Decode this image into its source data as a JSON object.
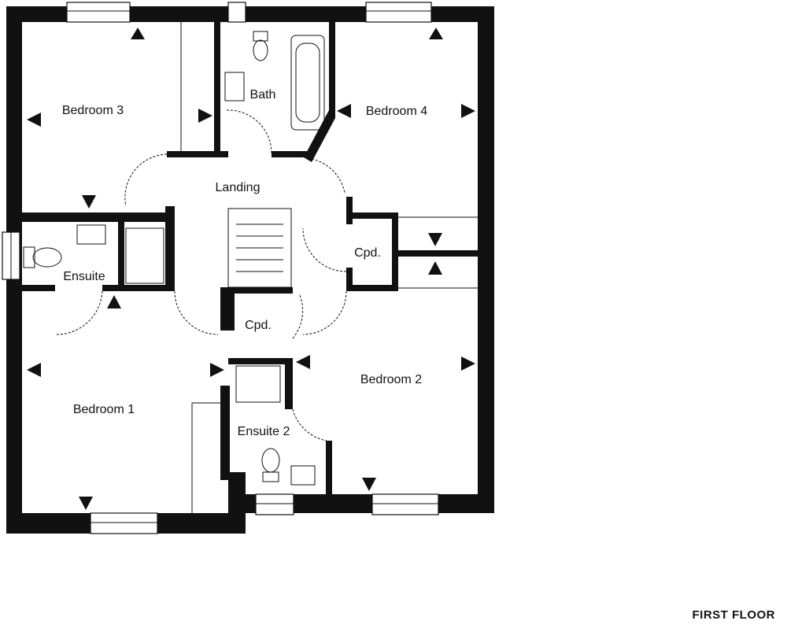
{
  "title": "FIRST FLOOR",
  "rooms": {
    "bedroom1": "Bedroom 1",
    "bedroom2": "Bedroom 2",
    "bedroom3": "Bedroom 3",
    "bedroom4": "Bedroom 4",
    "bath": "Bath",
    "landing": "Landing",
    "ensuite": "Ensuite",
    "ensuite2": "Ensuite 2",
    "cupboard_upper": "Cpd.",
    "cupboard_lower": "Cpd."
  }
}
